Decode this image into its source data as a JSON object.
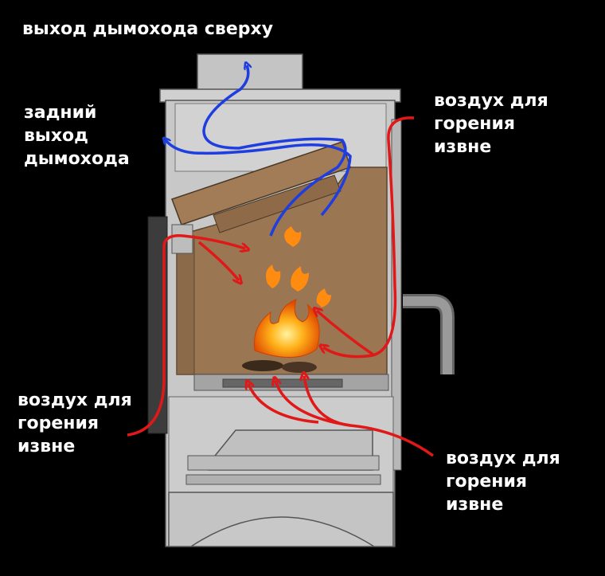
{
  "labels": {
    "top_outlet": "выход дымохода сверху",
    "back_outlet": [
      "задний",
      "выход",
      "дымохода"
    ],
    "air_right": [
      "воздух для",
      "горения",
      "извне"
    ],
    "air_left": [
      "воздух для",
      "горения",
      "извне"
    ],
    "air_bottom": [
      "воздух для",
      "горения",
      "извне"
    ]
  },
  "colors": {
    "background": "#000000",
    "stove_body": "#c8c8c8",
    "firebox_lining": "#9a7652",
    "smoke_flow": "#1f3ee0",
    "air_flow": "#e01818",
    "flame": "#ff9a10"
  }
}
